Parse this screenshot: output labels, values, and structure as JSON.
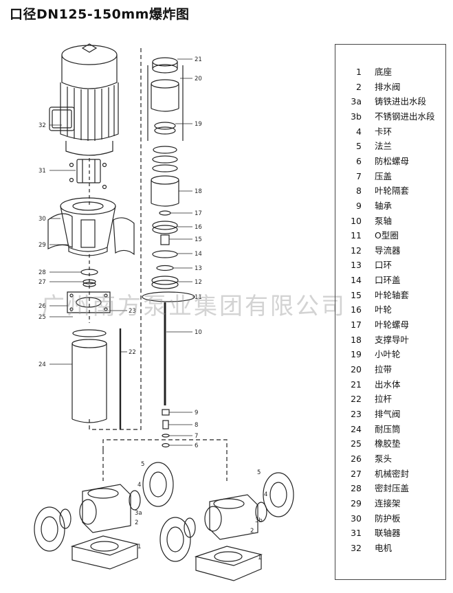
{
  "title": "口径DN125-150mm爆炸图",
  "watermark": "广州南方泵业集团有限公司",
  "callouts": {
    "c21": "21",
    "c20": "20",
    "c19": "19",
    "c18": "18",
    "c17": "17",
    "c16": "16",
    "c15": "15",
    "c14": "14",
    "c13": "13",
    "c12": "12",
    "c11": "11",
    "c10": "10",
    "c9": "9",
    "c8": "8",
    "c7": "7",
    "c6": "6",
    "c32": "32",
    "c31": "31",
    "c30": "30",
    "c29": "29",
    "c28": "28",
    "c27": "27",
    "c26": "26",
    "c25": "25",
    "c24": "24",
    "c23": "23",
    "c22": "22",
    "c5a": "5",
    "c4a": "4",
    "c3a": "3a",
    "c2a": "2",
    "c1a": "1",
    "c5b": "5",
    "c4b": "4",
    "c3b": "3b",
    "c2b": "2",
    "c1b": "1"
  },
  "legend": [
    {
      "num": "1",
      "name": "底座"
    },
    {
      "num": "2",
      "name": "排水阀"
    },
    {
      "num": "3a",
      "name": "铸铁进出水段"
    },
    {
      "num": "3b",
      "name": "不锈钢进出水段"
    },
    {
      "num": "4",
      "name": "卡环"
    },
    {
      "num": "5",
      "name": "法兰"
    },
    {
      "num": "6",
      "name": "防松螺母"
    },
    {
      "num": "7",
      "name": "压盖"
    },
    {
      "num": "8",
      "name": "叶轮隔套"
    },
    {
      "num": "9",
      "name": "轴承"
    },
    {
      "num": "10",
      "name": "泵轴"
    },
    {
      "num": "11",
      "name": "O型圈"
    },
    {
      "num": "12",
      "name": "导流器"
    },
    {
      "num": "13",
      "name": "口环"
    },
    {
      "num": "14",
      "name": "口环盖"
    },
    {
      "num": "15",
      "name": "叶轮轴套"
    },
    {
      "num": "16",
      "name": "叶轮"
    },
    {
      "num": "17",
      "name": "叶轮螺母"
    },
    {
      "num": "18",
      "name": "支撑导叶"
    },
    {
      "num": "19",
      "name": "小叶轮"
    },
    {
      "num": "20",
      "name": "拉带"
    },
    {
      "num": "21",
      "name": "出水体"
    },
    {
      "num": "22",
      "name": "拉杆"
    },
    {
      "num": "23",
      "name": "排气阀"
    },
    {
      "num": "24",
      "name": "耐压筒"
    },
    {
      "num": "25",
      "name": "橡胶垫"
    },
    {
      "num": "26",
      "name": "泵头"
    },
    {
      "num": "27",
      "name": "机械密封"
    },
    {
      "num": "28",
      "name": "密封压盖"
    },
    {
      "num": "29",
      "name": "连接架"
    },
    {
      "num": "30",
      "name": "防护板"
    },
    {
      "num": "31",
      "name": "联轴器"
    },
    {
      "num": "32",
      "name": "电机"
    }
  ]
}
